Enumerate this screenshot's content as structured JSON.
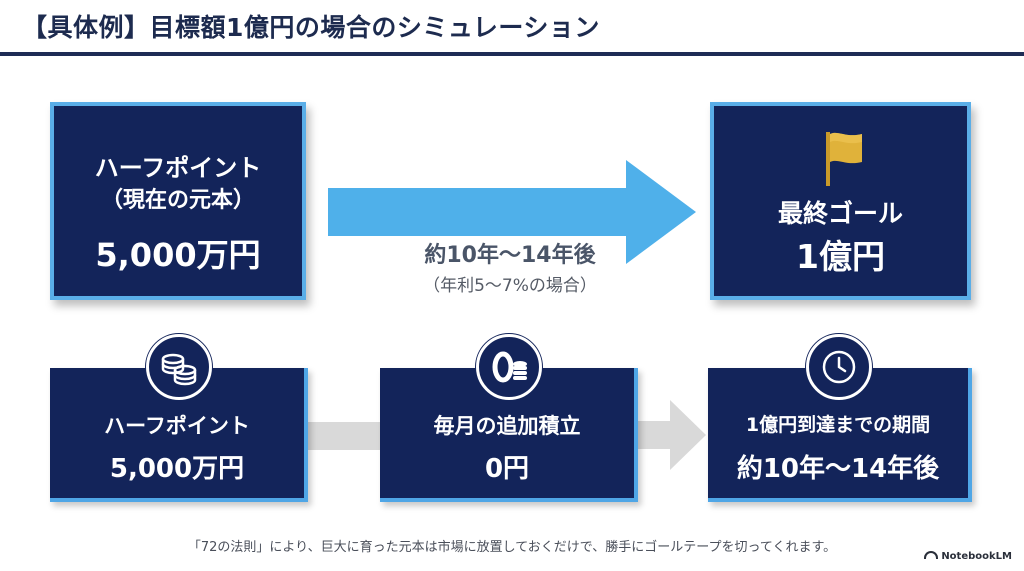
{
  "title": "【具体例】目標額1億円の場合のシミュレーション",
  "top": {
    "left_card": {
      "line1": "ハーフポイント",
      "line2": "（現在の元本）",
      "amount": "5,000万円"
    },
    "arrow": {
      "label": "約10年〜14年後",
      "sublabel": "（年利5〜7%の場合）"
    },
    "right_card": {
      "label": "最終ゴール",
      "amount": "1億円",
      "icon": "flag-icon"
    }
  },
  "bottom": {
    "cards": [
      {
        "label": "ハーフポイント",
        "value": "5,000万円",
        "icon": "coins-icon"
      },
      {
        "label": "毎月の追加積立",
        "value": "0円",
        "icon": "zero-coins-icon"
      },
      {
        "label": "1億円到達までの期間",
        "value": "約10年〜14年後",
        "icon": "clock-icon"
      }
    ]
  },
  "footer": "「72の法則」により、巨大に育った元本は市場に放置しておくだけで、勝手にゴールテープを切ってくれます。",
  "brand": "NotebookLM",
  "colors": {
    "navy": "#13245a",
    "accent_blue": "#5aaee8",
    "gold": "#d4a830",
    "gray_arrow": "#d9d9d9"
  }
}
